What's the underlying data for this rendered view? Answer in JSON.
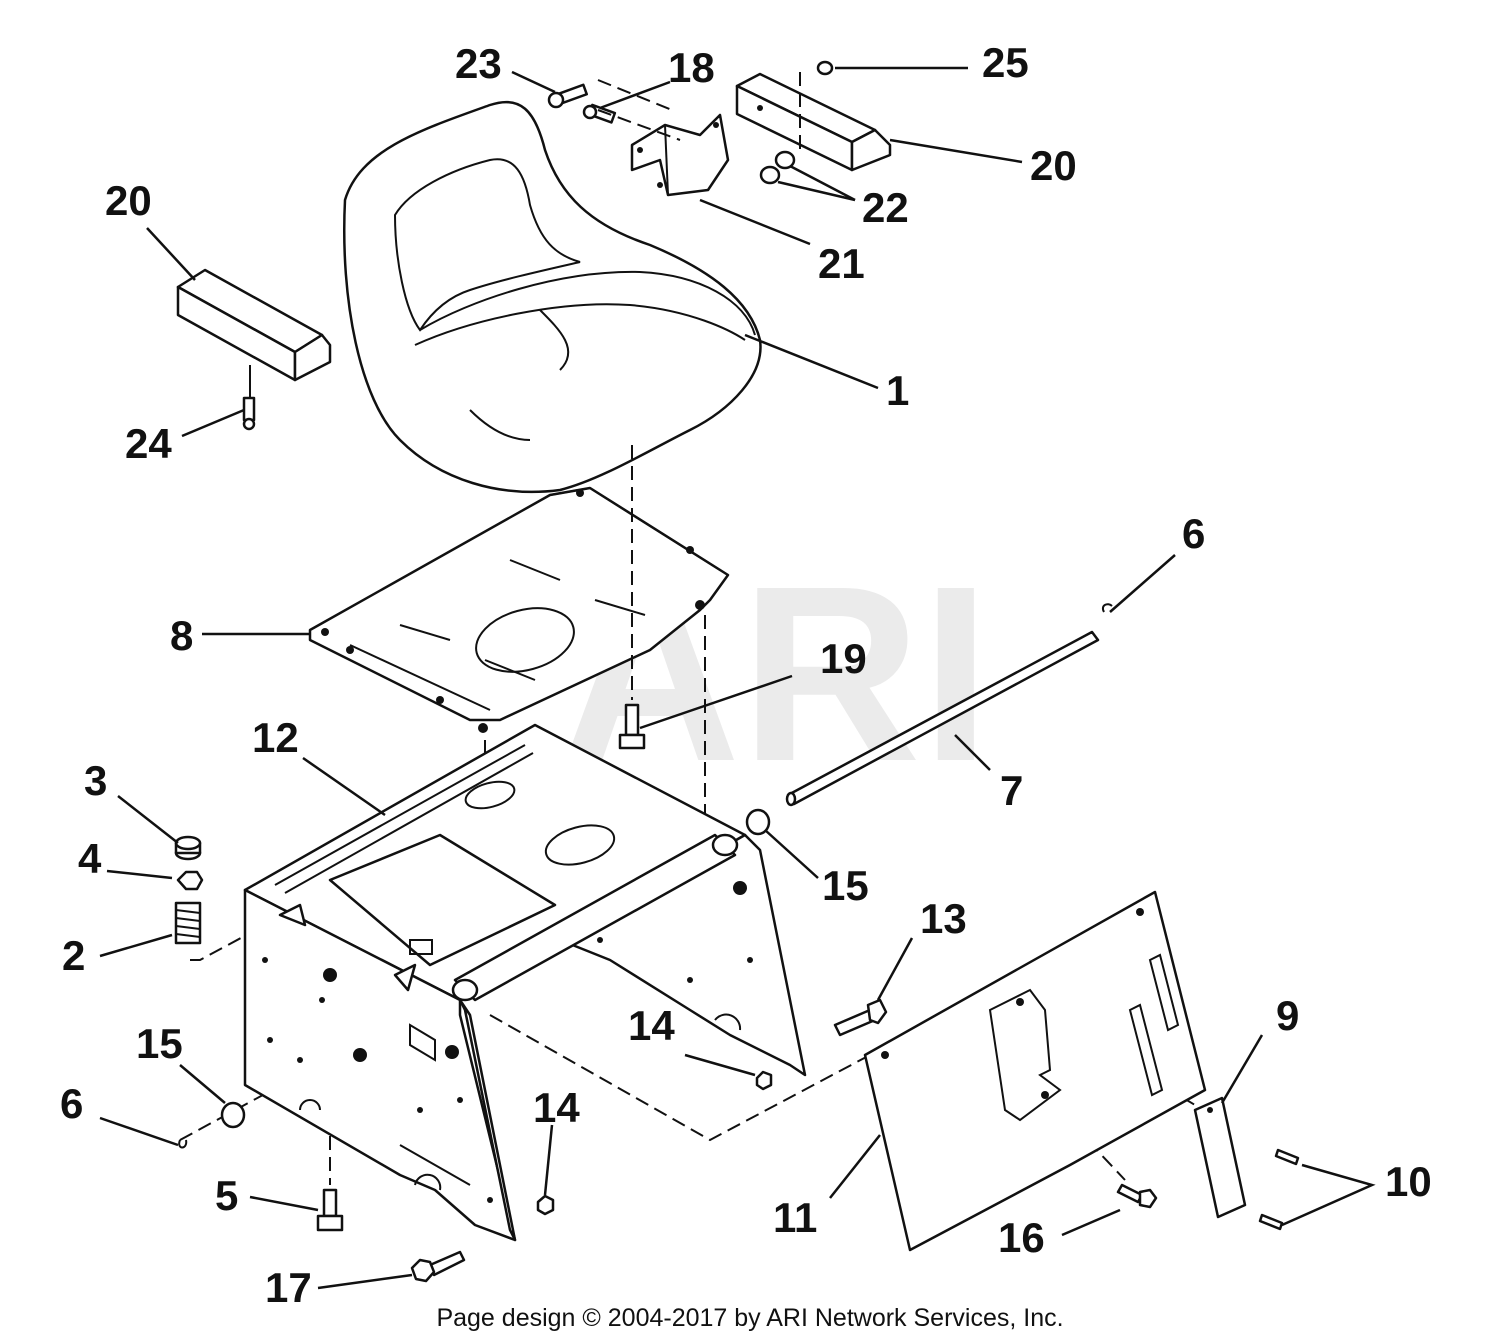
{
  "watermark": "ARI",
  "footer": "Page design © 2004-2017 by ARI Network Services, Inc.",
  "callouts": {
    "c23": "23",
    "c18": "18",
    "c25": "25",
    "c20r": "20",
    "c22": "22",
    "c21": "21",
    "c20l": "20",
    "c1": "1",
    "c24": "24",
    "c6r": "6",
    "c8": "8",
    "c19": "19",
    "c12": "12",
    "c3": "3",
    "c7": "7",
    "c4": "4",
    "c15r": "15",
    "c2": "2",
    "c13": "13",
    "c14m": "14",
    "c9": "9",
    "c15l": "15",
    "c6l": "6",
    "c14l": "14",
    "c10": "10",
    "c5": "5",
    "c11": "11",
    "c16": "16",
    "c17": "17"
  }
}
